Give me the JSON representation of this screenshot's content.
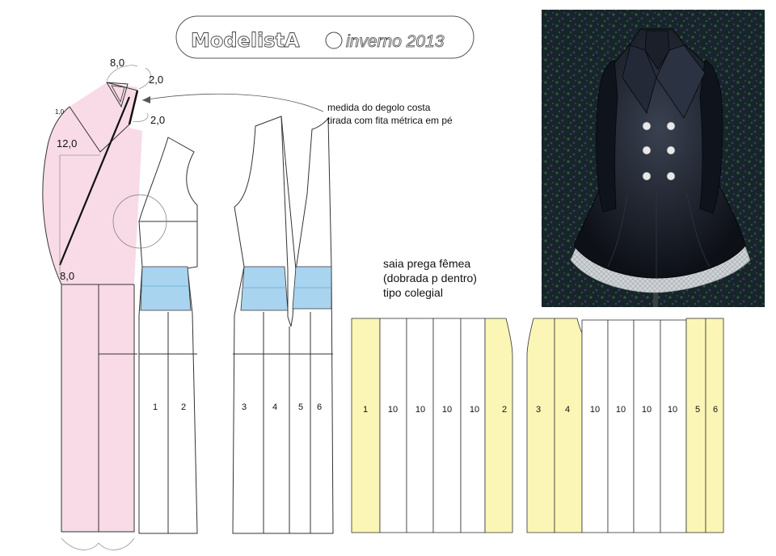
{
  "logo": {
    "brand": "ModelistA",
    "season": "inverno 2013"
  },
  "measurements": {
    "shoulder_top": "8,0",
    "collar_right_top": "2,0",
    "collar_right_bottom": "2,0",
    "small_mark": "1,0",
    "front_width": "12,0",
    "hem_left": "8,0"
  },
  "annotation": {
    "line1": "medida do degolo costa",
    "line2": "tirada com fita métrica em pé"
  },
  "skirt_note": {
    "line1": "saia prega fêmea",
    "line2": "(dobrada p dentro)",
    "line3": "tipo colegial"
  },
  "bodice_panels": [
    "1",
    "2",
    "3",
    "4",
    "5",
    "6"
  ],
  "skirt_left_panels": [
    "1",
    "10",
    "10",
    "10",
    "10",
    "2"
  ],
  "skirt_right_panels": [
    "3",
    "4",
    "10",
    "10",
    "10",
    "10",
    "5",
    "6"
  ],
  "colors": {
    "facing_pink": "#f8dbe6",
    "waist_blue": "#a9d4f0",
    "pleat_yellow": "#fbf6b5",
    "outline": "#222222",
    "coat_dark": "#12161f",
    "background_photo": "#1b2a2c"
  }
}
